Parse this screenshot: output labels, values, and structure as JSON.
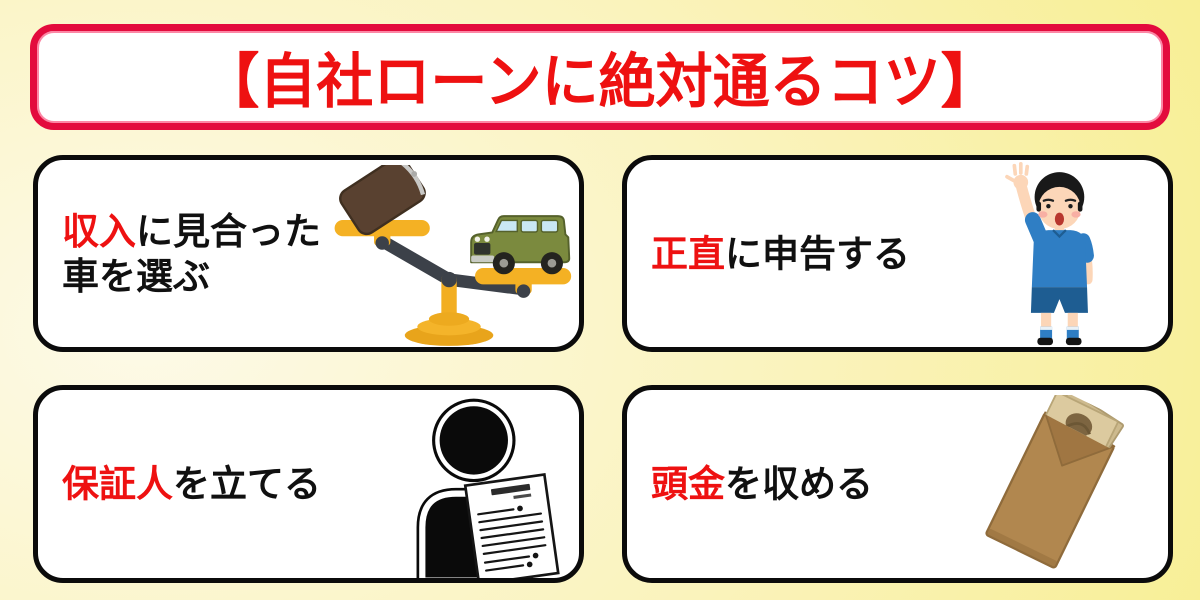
{
  "banner": {
    "title": "【自社ローンに絶対通るコツ】"
  },
  "cards": [
    {
      "id": "income-car",
      "highlight": "収入",
      "rest": "に見合った",
      "line2": "車を選ぶ",
      "icon": "balance-scale-wallet-car"
    },
    {
      "id": "honest",
      "highlight": "正直",
      "rest": "に申告する",
      "icon": "boy-raising-hand"
    },
    {
      "id": "guarantor",
      "highlight": "保証人",
      "rest": "を立てる",
      "icon": "silhouette-person-with-document"
    },
    {
      "id": "downpayment",
      "highlight": "頭金",
      "rest": "を収める",
      "icon": "cash-envelope"
    }
  ],
  "colors": {
    "accent_red": "#EE1111",
    "banner_border": "#E30B3D",
    "banner_border_sheen": "#FC87A5",
    "card_border": "#0B0B0B",
    "background_left": "#FDFAE8",
    "background_right": "#F7ED82",
    "scale_gold": "#F2AE22",
    "wallet_brown": "#594130",
    "car_olive": "#7B8A3E",
    "shirt_blue": "#2F7EC4",
    "shorts_blue": "#1E5D92",
    "skin": "#FCD6B8",
    "silhouette_black": "#0A0A0A",
    "envelope_kraft": "#B1874F",
    "bill_beige": "#DCCA9F"
  }
}
